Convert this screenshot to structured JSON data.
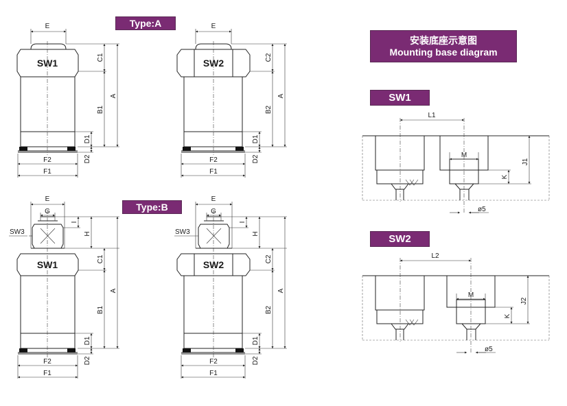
{
  "colors": {
    "accent": "#7a2b73",
    "line": "#222222"
  },
  "tags": {
    "type_a": "Type:A",
    "type_b": "Type:B",
    "mount_cn": "安装底座示意图",
    "mount_en": "Mounting base diagram",
    "sw1": "SW1",
    "sw2": "SW2"
  },
  "parts": {
    "sw1": "SW1",
    "sw2": "SW2",
    "sw3": "SW3"
  },
  "dims": {
    "E": "E",
    "G": "G",
    "I": "I",
    "H": "H",
    "C1": "C1",
    "C2": "C2",
    "A": "A",
    "B1": "B1",
    "B2": "B2",
    "D1": "D1",
    "D2": "D2",
    "F1": "F1",
    "F2": "F2",
    "L1": "L1",
    "L2": "L2",
    "M": "M",
    "K": "K",
    "J1": "J1",
    "J2": "J2",
    "phi5": "ø5"
  }
}
